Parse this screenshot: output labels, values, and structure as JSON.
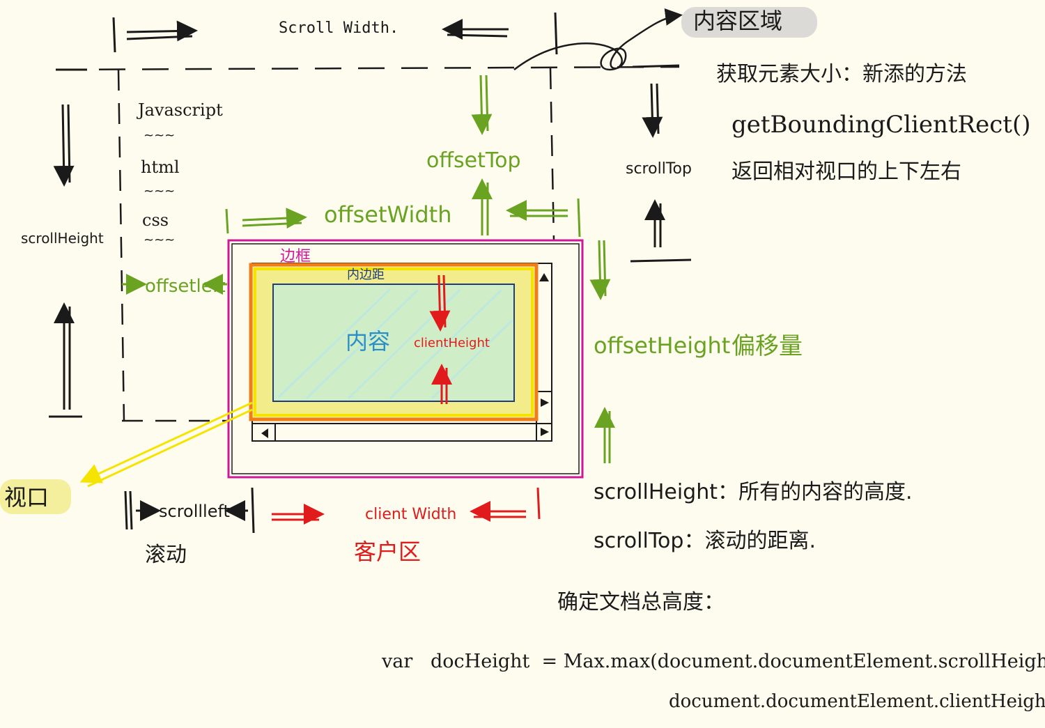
{
  "colors": {
    "ink": "#1a1a1a",
    "green": "#6aa321",
    "red": "#e11b1b",
    "magenta": "#d0179a",
    "yellow": "#f5e400",
    "orange": "#f07d1a",
    "content_fill": "#cfeec7",
    "navy": "#1f3d7a",
    "highlight_gray": "#cfcfcf",
    "highlight_yellow": "#f3ef9c"
  },
  "labels": {
    "scroll_width": "Scroll Width.",
    "content_area": "内容区域",
    "scroll_height_left": "scrollHeight",
    "scroll_top": "scrollTop",
    "offset_top": "offsetTop",
    "offset_width": "offsetWidth",
    "offset_left": "offsetleft",
    "offset_height": "offsetHeight",
    "offset_cn": "偏移量",
    "border": "边框",
    "padding": "内边距",
    "content": "内容",
    "client_height": "clientHeight",
    "client_width": "client Width",
    "client_area": "客户区",
    "viewport": "视口",
    "scroll_left": "scrollleft",
    "scroll": "滚动",
    "list_items": [
      "Javascript",
      "~~~",
      "html",
      "~~~",
      "css",
      "~~~"
    ]
  },
  "notes": {
    "line1": "获取元素大小：新添的方法",
    "line2": "getBoundingClientRect()",
    "line3": "返回相对视口的上下左右",
    "line4": "scrollHeight：所有的内容的高度.",
    "line5": "scrollTop：滚动的距离.",
    "line6": "确定文档总高度：",
    "code1": "var   docHeight  = Max.max(document.documentElement.scrollHeight,",
    "code2": "document.documentElement.clientHeight)"
  }
}
